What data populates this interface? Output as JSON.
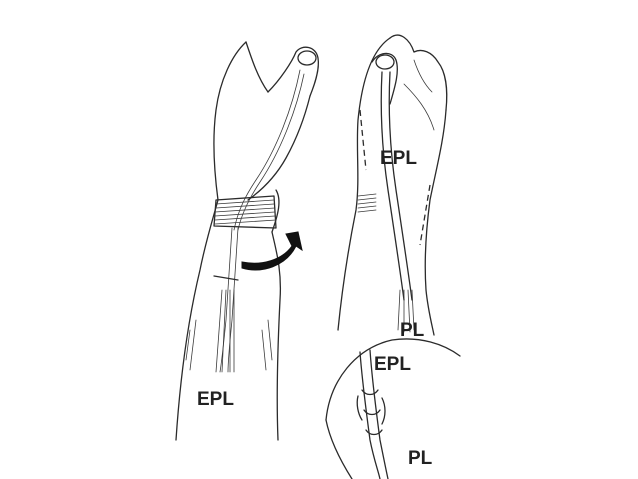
{
  "labels": {
    "left_epl": "EPL",
    "right_epl": "EPL",
    "right_pl": "PL",
    "inset_epl": "EPL",
    "inset_pl": "PL"
  }
}
